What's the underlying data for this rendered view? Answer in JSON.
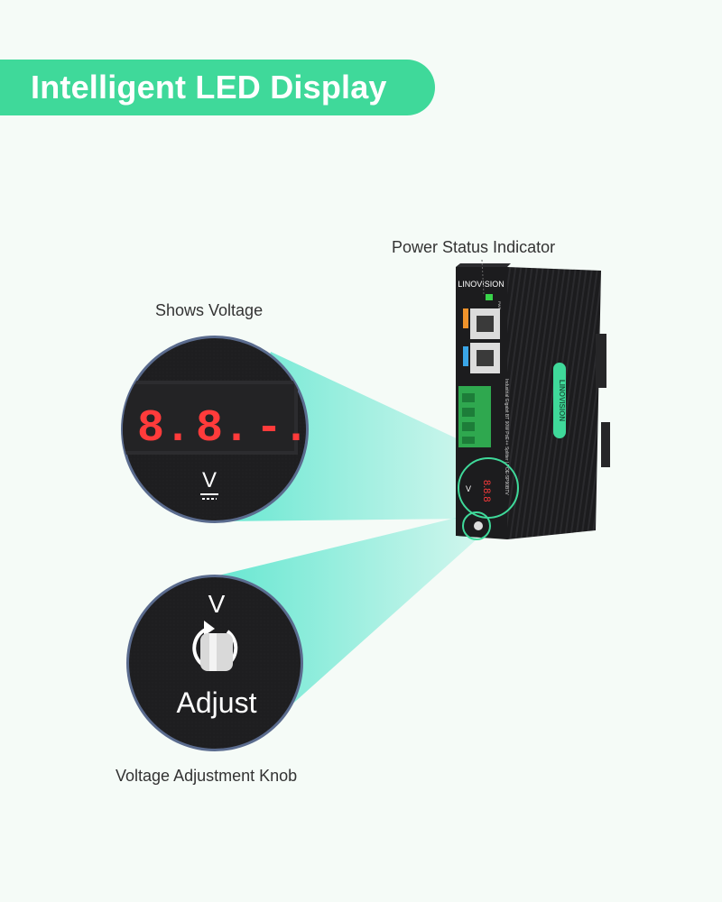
{
  "header": {
    "title": "Intelligent LED Display"
  },
  "captions": {
    "power_status": "Power Status Indicator",
    "shows_voltage": "Shows Voltage",
    "adjust_knob": "Voltage Adjustment Knob"
  },
  "device": {
    "brand_top": "LINOVISION",
    "brand_side": "LINOVISION",
    "pwr_label": "PWR",
    "side_text": "Industrial Gigabit BT 90W PoE++ Splitter | POE-SP90BTV",
    "port1_color": "#f0932b",
    "port2_color": "#3aa6e8",
    "terminal_color": "#2fa84f",
    "led_color": "#39d34a"
  },
  "zoom_display": {
    "digits": [
      "8.",
      "8.",
      "-."
    ],
    "unit": "V"
  },
  "zoom_knob": {
    "unit": "V",
    "label": "Adjust"
  },
  "colors": {
    "accent": "#3fd99a",
    "beam": "#64e8c8",
    "led_red": "#ff3b3b"
  }
}
